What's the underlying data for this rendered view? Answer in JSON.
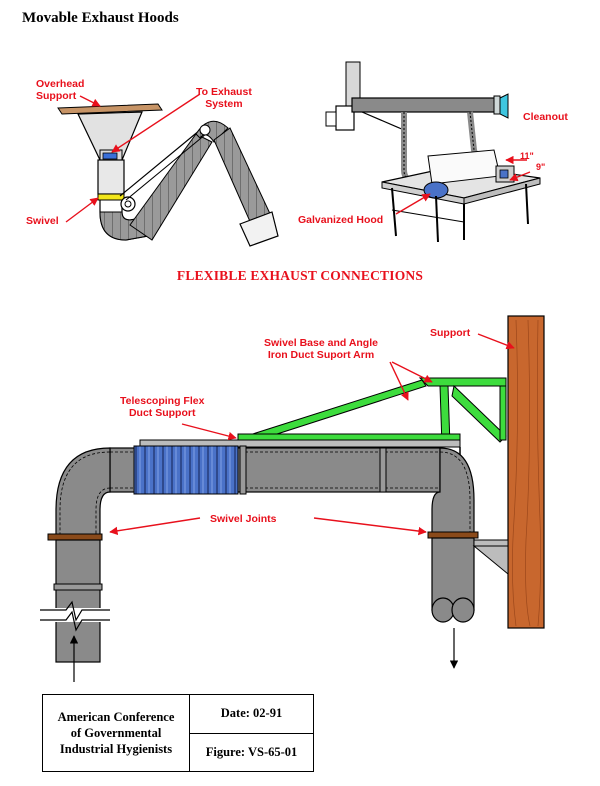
{
  "page_title": "Movable Exhaust Hoods",
  "section_title": "FLEXIBLE EXHAUST CONNECTIONS",
  "labels": {
    "overhead_support": [
      "Overhead",
      "Support"
    ],
    "to_exhaust_system": [
      "To Exhaust",
      "System"
    ],
    "swivel": "Swivel",
    "cleanout": "Cleanout",
    "dim_11": "11\"",
    "dim_9": "9\"",
    "galvanized_hood": "Galvanized Hood",
    "support": "Support",
    "swivel_base": [
      "Swivel Base and Angle",
      "Iron Duct Suport Arm"
    ],
    "telescoping": [
      "Telescoping Flex",
      "Duct Support"
    ],
    "swivel_joints": "Swivel Joints"
  },
  "footer": {
    "org": [
      "American Conference",
      "of Governmental",
      "Industrial Hygienists"
    ],
    "date": "Date: 02-91",
    "figure": "Figure: VS-65-01"
  },
  "colors": {
    "label_red": "#e8101c",
    "duct_gray": "#8a8a8a",
    "flex_blue": "#4a72c8",
    "arm_green": "#3ddc3d",
    "support_wood": "#c8672e",
    "hood_tan": "#c79466"
  }
}
